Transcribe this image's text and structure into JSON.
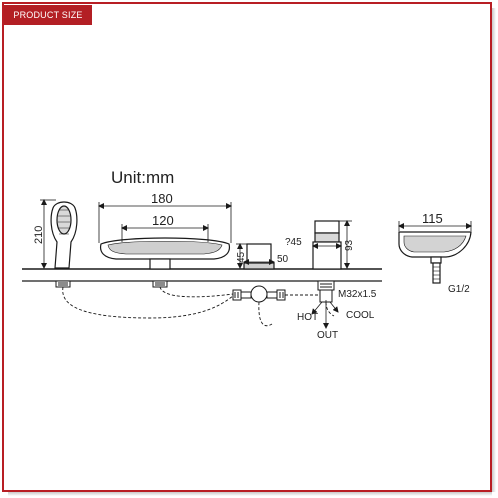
{
  "header": {
    "tag_label": "PRODUCT SIZE"
  },
  "colors": {
    "frame": "#b81e24",
    "tag": "#b31f24",
    "line": "#1a1a1a"
  },
  "labels": {
    "unit": "Unit:mm",
    "height_210": "210",
    "width_180": "180",
    "width_120": "120",
    "dim_45": "45",
    "dim_50": "50",
    "diameter_45": "?45",
    "dim_93": "93",
    "width_115": "115",
    "thread_m32": "M32x1.5",
    "hot": "HOT",
    "cool": "COOL",
    "out": "OUT",
    "thread_g12": "G1/2"
  }
}
